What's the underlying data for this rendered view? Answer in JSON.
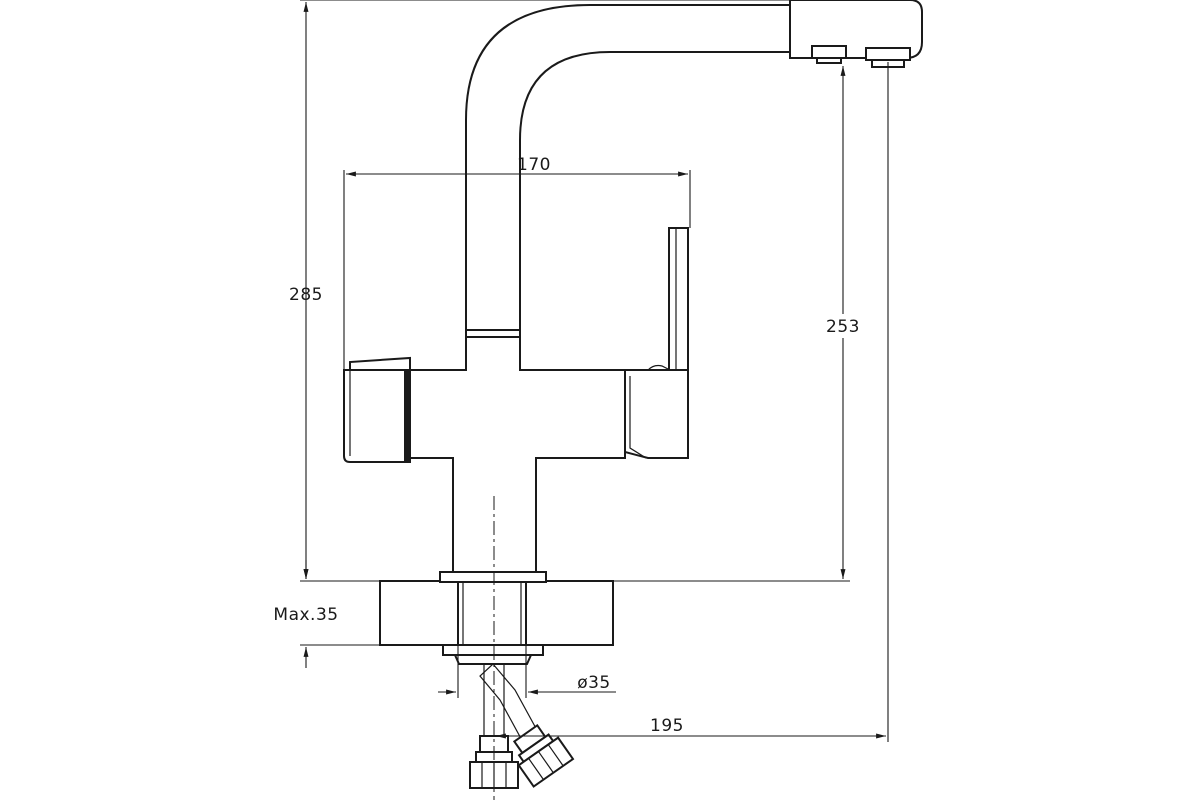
{
  "dimensions": {
    "width_170": "170",
    "height_285": "285",
    "height_253": "253",
    "max_thickness": "Max.35",
    "diameter": "ø35",
    "reach_195": "195"
  }
}
